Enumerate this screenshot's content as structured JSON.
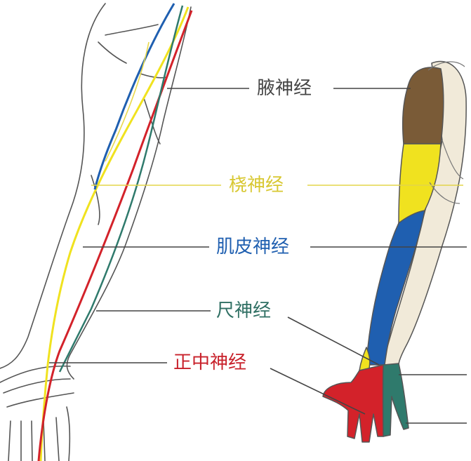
{
  "colors": {
    "outline": "#555555",
    "skin": "#f1ead9",
    "axillary": "#7a5b37",
    "radial": "#f0e21f",
    "musculocutaneous": "#1f5fb0",
    "ulnar": "#2f7a6c",
    "median": "#d3222a",
    "leader": "#444444"
  },
  "labels": {
    "axillary": "腋神经",
    "radial": "桡神经",
    "musculocutaneous": "肌皮神经",
    "ulnar": "尺神经",
    "median": "正中神经"
  }
}
